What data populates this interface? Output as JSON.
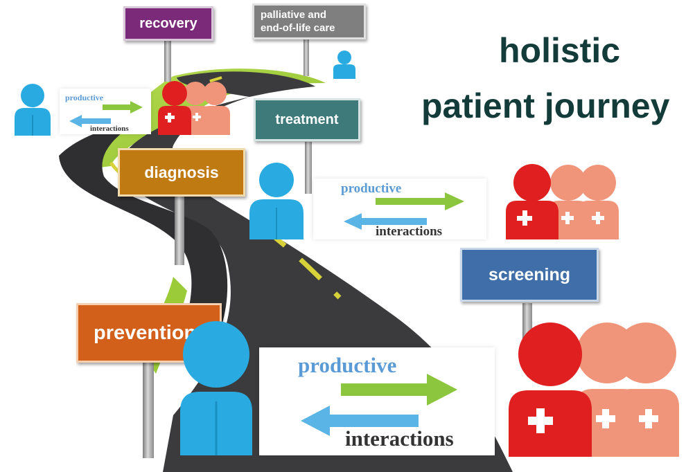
{
  "title": {
    "line1": "holistic",
    "line2": "patient journey"
  },
  "signs": {
    "recovery": "recovery",
    "palliative_line1": "palliative and",
    "palliative_line2": "end-of-life care",
    "treatment": "treatment",
    "diagnosis": "diagnosis",
    "screening": "screening",
    "prevention": "prevention"
  },
  "interactions": {
    "productive": "productive",
    "interactions": "interactions"
  },
  "colors": {
    "title": "#123b3a",
    "recovery": "#7b2a7a",
    "palliative": "#7f7f7f",
    "treatment": "#3f7a7a",
    "diagnosis": "#c07a12",
    "screening": "#3f6ea8",
    "prevention": "#d2601a",
    "patient": "#29abe2",
    "doctor_red": "#e02020",
    "doctor_salmon": "#f0957a",
    "road": "#3b3b3d",
    "grass": "#9ccb3a",
    "arrow_green": "#8cc63f",
    "arrow_blue": "#5ab4e6"
  }
}
